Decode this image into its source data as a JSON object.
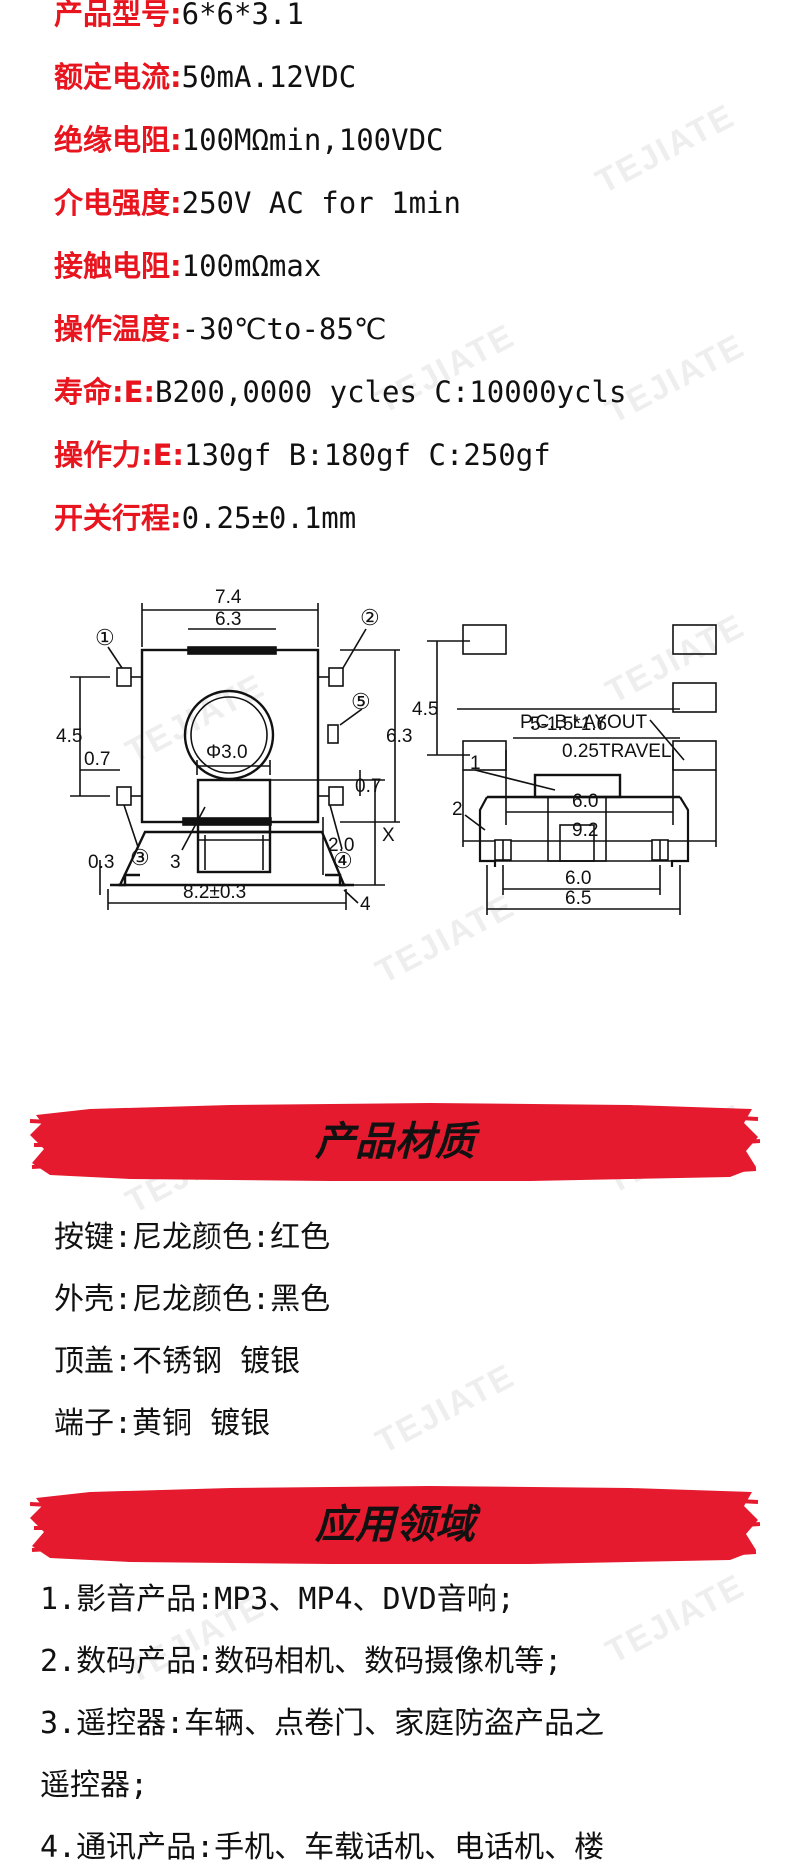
{
  "specs": [
    {
      "key": "产品型号:",
      "value": "6*6*3.1"
    },
    {
      "key": "额定电流:",
      "value": "50mA.12VDC"
    },
    {
      "key": "绝缘电阻:",
      "value": "100MΩmin,100VDC"
    },
    {
      "key": "介电强度:",
      "value": "250V AC for 1min"
    },
    {
      "key": "接触电阻:",
      "value": "100mΩmax"
    },
    {
      "key": "操作温度:",
      "value": "-30℃to-85℃"
    },
    {
      "key": "寿命:E:",
      "value": "B200,0000 ycles C:10000ycls"
    },
    {
      "key": "操作力:E:",
      "value": "130gf B:180gf C:250gf"
    },
    {
      "key": "开关行程:",
      "value": "0.25±0.1mm"
    }
  ],
  "drawing": {
    "top_view": {
      "dim_width_outer": "7.4",
      "dim_width_inner": "6.3",
      "dim_height_left": "4.5",
      "dim_pin_left": "0.7",
      "dim_pin_right": "0.7",
      "dim_height_right": "6.3",
      "labels": [
        "①",
        "②",
        "③",
        "3",
        "④",
        "⑤"
      ]
    },
    "side_view": {
      "dim_height": "4.5",
      "pad_label": "5-1.5*1.6",
      "dim_inner": "6.0",
      "dim_outer": "9.2"
    },
    "profile_view": {
      "dim_diameter": "Φ3.0",
      "dim_left": "0.3",
      "dim_height": "2.0",
      "dim_x": "X",
      "dim_width": "8.2±0.3",
      "label": "4"
    },
    "pcb_view": {
      "title": "P.C.B LAYOUT",
      "travel": "0.25TRAVEL",
      "label_1": "1",
      "label_2": "2",
      "dim_inner": "6.0",
      "dim_outer": "6.5"
    }
  },
  "watermark": {
    "brand": "TEJIATE"
  },
  "materials": {
    "title": "产品材质",
    "rows": [
      "按键:尼龙颜色:红色",
      "外壳:尼龙颜色:黑色",
      "顶盖:不锈钢 镀银",
      "端子:黄铜 镀银"
    ]
  },
  "applications": {
    "title": "应用领域",
    "rows": [
      "1.影音产品:MP3、MP4、DVD音响;",
      "2.数码产品:数码相机、数码摄像机等;",
      "3.遥控器:车辆、点卷门、家庭防盗产品之",
      "遥控器;",
      "4.通讯产品:手机、车载话机、电话机、楼"
    ]
  },
  "colors": {
    "accent_red": "#e8141e",
    "banner_red": "#e51a2e"
  }
}
